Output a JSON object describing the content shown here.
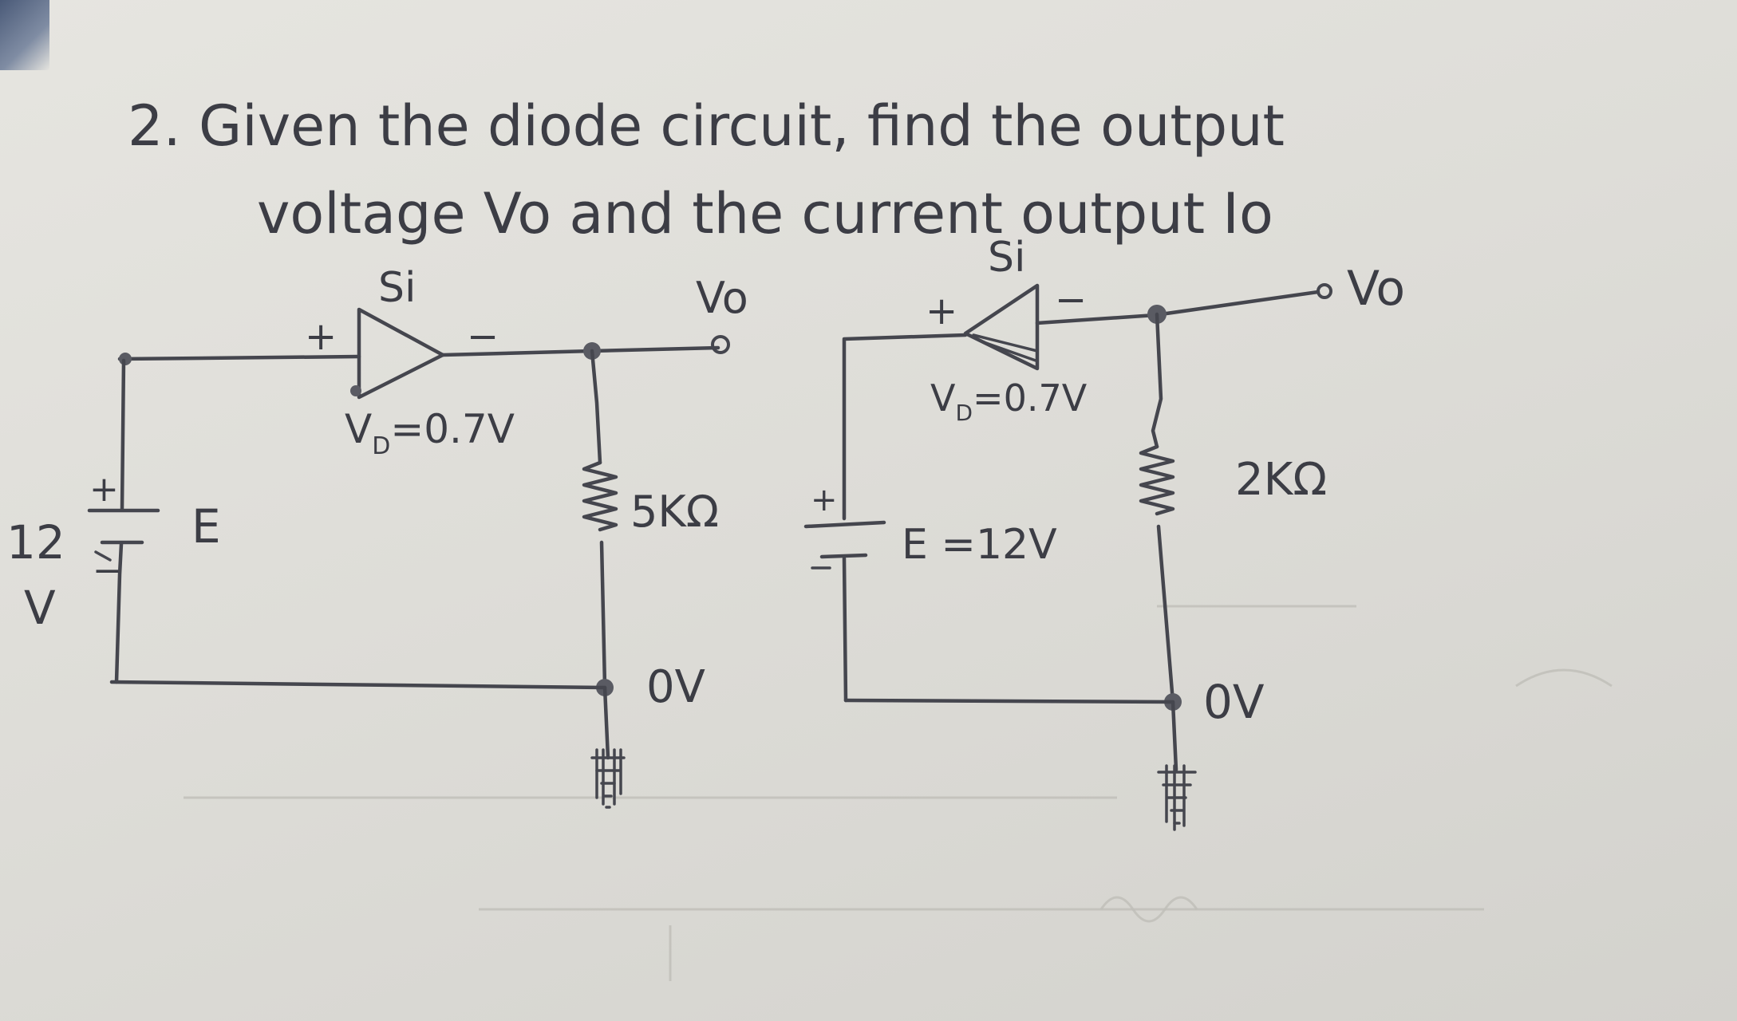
{
  "problem": {
    "line1": "2.  Given the diode circuit, find the output",
    "line2": "voltage Vo and the current output Io"
  },
  "left_circuit": {
    "diode_material": "Si",
    "diode_plus": "+",
    "diode_minus": "−",
    "diode_drop": "V",
    "diode_drop_sub": "D",
    "diode_drop_value": "=0.7V",
    "output_label": "Vo",
    "resistor": "5KΩ",
    "battery_plus": "+",
    "battery_minus": "−",
    "source_name": "E",
    "source_value": "12",
    "source_unit": "V",
    "ground_label": "0V"
  },
  "right_circuit": {
    "diode_material": "Si",
    "diode_plus": "+",
    "diode_minus": "−",
    "diode_drop": "V",
    "diode_drop_sub": "D",
    "diode_drop_value": "=0.7V",
    "output_label": "Vo",
    "resistor": "2KΩ",
    "battery_plus": "+",
    "source_label": "E =12V",
    "ground_label": "0V"
  }
}
